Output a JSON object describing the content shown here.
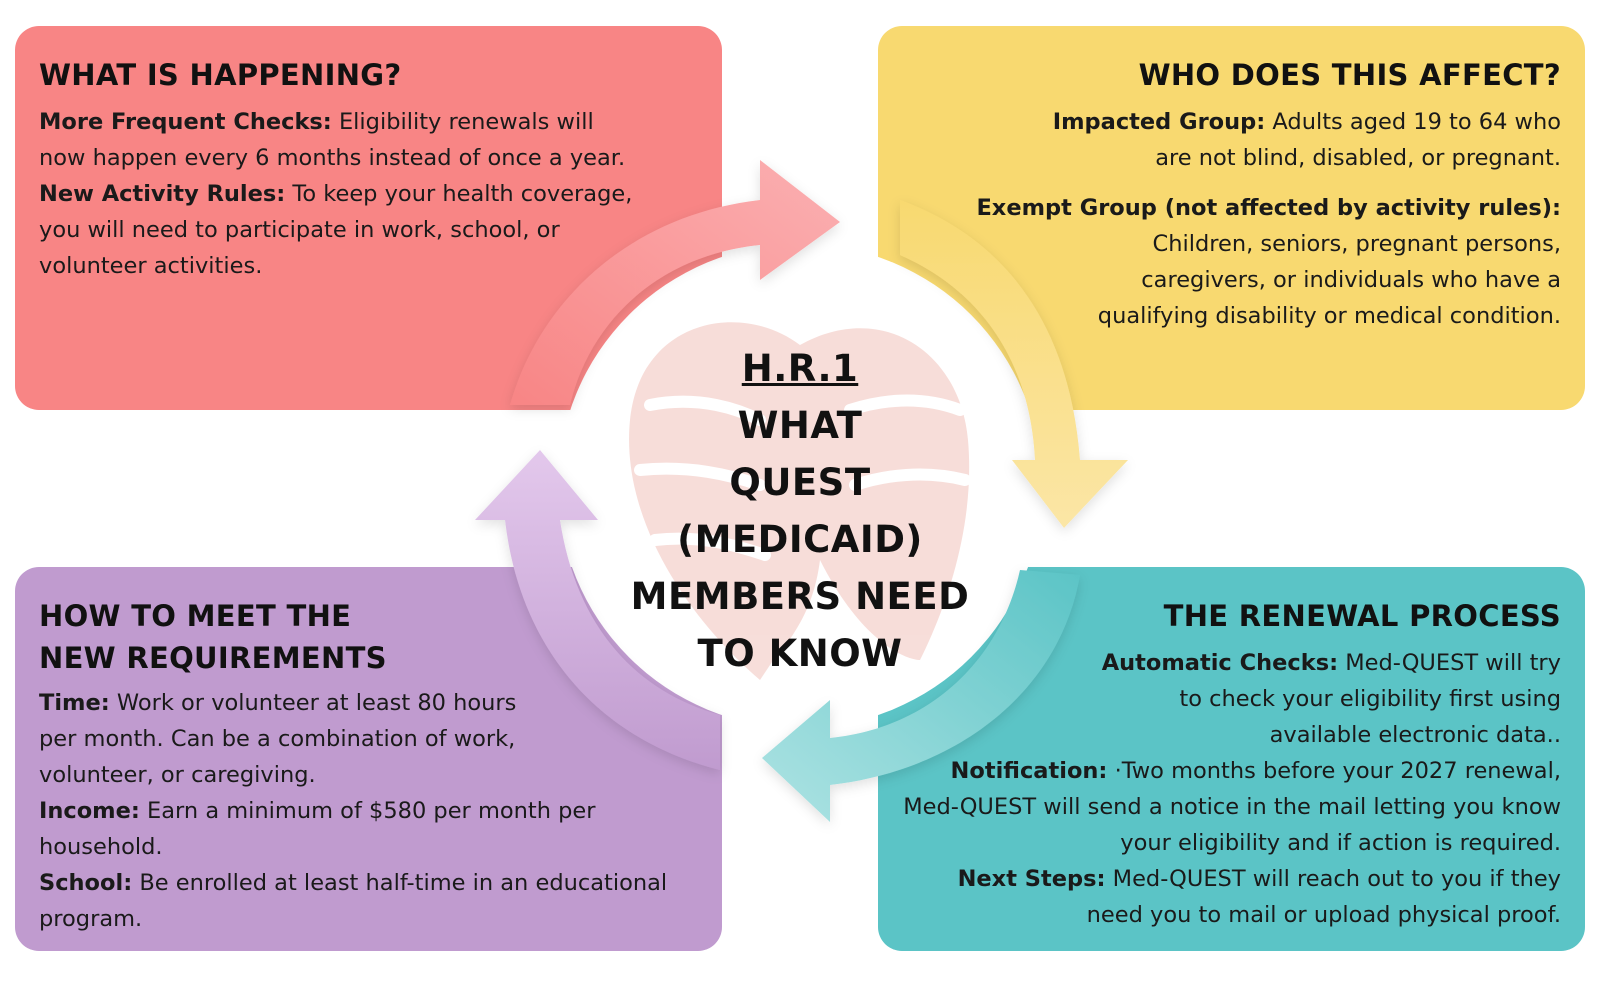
{
  "center": {
    "title": "H.R.1",
    "lines": [
      "WHAT",
      "QUEST (MEDICAID)",
      "MEMBERS NEED",
      "TO KNOW"
    ]
  },
  "happening": {
    "heading": "WHAT IS HAPPENING?",
    "checks_label": "More Frequent Checks:",
    "checks_text": " Eligibility renewals will now happen every 6 months instead of once a year.",
    "activity_label": "New Activity Rules:",
    "activity_text": " To keep your health coverage, you will need to participate in work, school, or volunteer activities."
  },
  "affect": {
    "heading": "WHO DOES THIS AFFECT?",
    "impacted_label": "Impacted Group:",
    "impacted_text": " Adults aged 19 to 64 who are not blind, disabled, or pregnant.",
    "exempt_label": "Exempt Group (not affected by activity rules):",
    "exempt_text": "Children, seniors, pregnant persons, caregivers, or individuals who have a qualifying disability or medical condition."
  },
  "requirements": {
    "heading_line1": "HOW TO MEET THE",
    "heading_line2": "NEW REQUIREMENTS",
    "time_label": "Time:",
    "time_text": " Work or volunteer at least 80 hours per month. Can be a combination of work, volunteer, or caregiving.",
    "income_label": "Income:",
    "income_text": " Earn a minimum of $580 per month per household.",
    "school_label": "School:",
    "school_text": " Be enrolled at least half-time in an educational program."
  },
  "renewal": {
    "heading": "THE RENEWAL PROCESS",
    "auto_label": "Automatic Checks:",
    "auto_text": " Med-QUEST will try to check your eligibility first using available electronic data..",
    "notif_label": "Notification:",
    "notif_text": " ·Two months before your 2027 renewal, Med-QUEST will send a notice in the mail letting you know your eligibility and if action is required.",
    "next_label": "Next Steps:",
    "next_text": " Med-QUEST will reach out to you if they need you to mail or upload physical proof."
  },
  "colors": {
    "red": "#f88585",
    "yellow": "#f8d970",
    "purple": "#c09bcf",
    "teal": "#5bc4c6",
    "leaf": "#f7dcd8"
  },
  "icons": [
    "leaf-icon",
    "arrow-red-icon",
    "arrow-yellow-icon",
    "arrow-teal-icon",
    "arrow-purple-icon"
  ]
}
